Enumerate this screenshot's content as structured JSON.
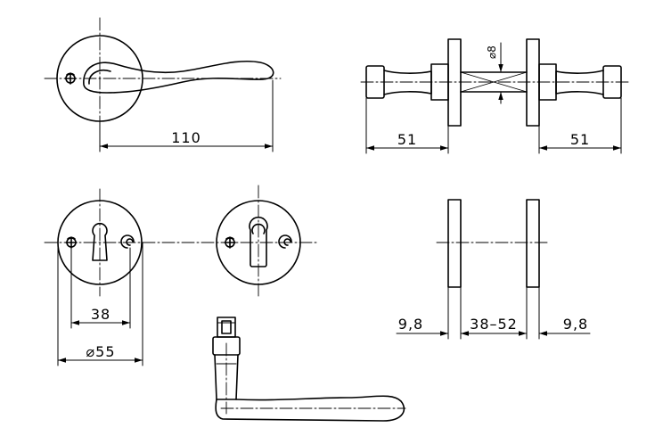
{
  "drawing": {
    "dimensions": {
      "lever_length": "110",
      "rose_depth_left": "51",
      "rose_depth_right": "51",
      "spindle_square": "8",
      "spindle_symbol": "⌀",
      "screw_spacing": "38",
      "rose_diameter": "⌀55",
      "rose_thickness_left": "9,8",
      "door_thickness_range": "38–52",
      "rose_thickness_right": "9,8"
    },
    "colors": {
      "line": "#000000",
      "background": "#ffffff"
    }
  }
}
